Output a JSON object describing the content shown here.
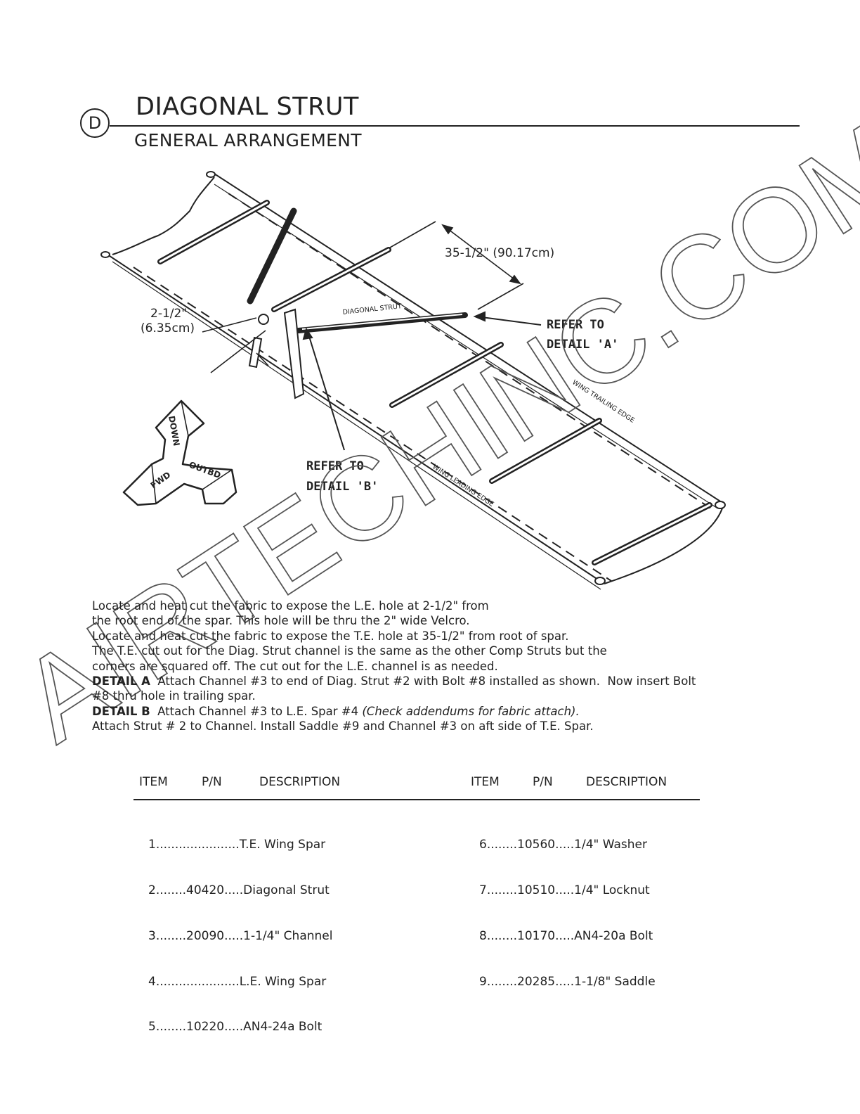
{
  "header": {
    "section_letter": "D",
    "title": "DIAGONAL STRUT",
    "subtitle": "GENERAL ARRANGEMENT"
  },
  "figure": {
    "dimension_te": "35-1/2\"  (90.17cm)",
    "dimension_le_line1": "2-1/2\"",
    "dimension_le_line2": "(6.35cm)",
    "strut_label": "DIAGONAL STRUT",
    "callout_a_line1": "REFER  TO",
    "callout_a_line2": "DETAIL 'A'",
    "callout_b_line1": "REFER  TO",
    "callout_b_line2": "DETAIL 'B'",
    "te_edge_label": "WING TRAILING EDGE",
    "le_edge_label": "WING LEADING EDGE",
    "compass_down": "DOWN",
    "compass_fwd": "FWD",
    "compass_outbd": "OUTBD",
    "watermark": "AIRTECHINC.COM"
  },
  "instructions": {
    "line1": "Locate and heat cut the fabric to expose the L.E. hole at 2-1/2\" from",
    "line2": "the root end of the spar.  This hole will be thru the 2\" wide Velcro.",
    "line3": "Locate and heat cut the fabric to expose the T.E. hole at 35-1/2\" from root of spar.",
    "line4": "The T.E. cut out for the Diag. Strut channel is the same as the other Comp Struts but the",
    "line5": "corners are squared off.  The cut out for the L.E. channel is as needed.",
    "detail_a_label": "DETAIL A",
    "detail_a_text": "  Attach Channel #3 to end of Diag. Strut #2 with Bolt #8 installed as shown.  Now insert Bolt",
    "detail_a_text2": "#8 thru hole in trailing spar.",
    "detail_b_label": "DETAIL B",
    "detail_b_text": "  Attach Channel #3 to L.E. Spar #4 ",
    "detail_b_italic": "(Check addendums for fabric attach).",
    "detail_b_text2": "Attach Strut # 2 to Channel.  Install Saddle #9 and Channel #3 on aft side of T.E. Spar."
  },
  "parts": {
    "headers": {
      "item": "ITEM",
      "pn": "P/N",
      "description": "DESCRIPTION"
    },
    "left": [
      "1......................T.E. Wing Spar",
      "2........40420.....Diagonal Strut",
      "3........20090.....1-1/4\" Channel",
      "4......................L.E. Wing Spar",
      "5........10220.....AN4-24a Bolt"
    ],
    "right": [
      "6........10560.....1/4\" Washer",
      "7........10510.....1/4\" Locknut",
      "8........10170.....AN4-20a Bolt",
      "9........20285.....1-1/8\" Saddle"
    ]
  }
}
